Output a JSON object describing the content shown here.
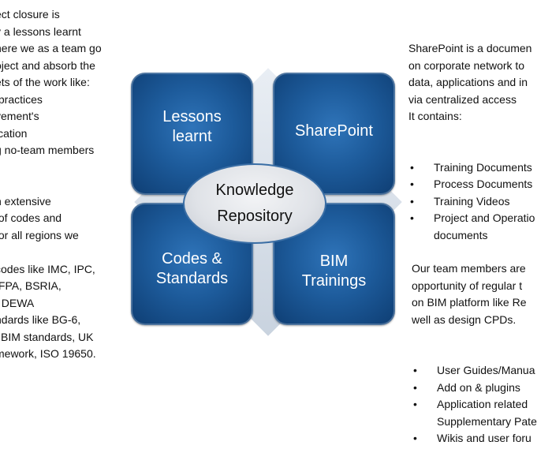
{
  "left_column": {
    "lines": [
      "ect closure is",
      "y a lessons learnt",
      "here we as a team go",
      "oject and absorb the",
      "ets of the work like:",
      " practices",
      "vement's",
      "ication",
      "g no-team members",
      "",
      "",
      "n extensive",
      " of codes and",
      "for all regions we",
      "",
      "codes like IMC, IPC,",
      "IFPA, BSRIA,",
      ", DEWA",
      "ndards like BG-6,",
      "l BIM standards, UK",
      "mework, ISO 19650."
    ]
  },
  "right_top": {
    "intro_lines": [
      "SharePoint is a documen",
      "on corporate network to",
      "data, applications and in",
      "via centralized access",
      "It contains:"
    ],
    "bullet_char": "•",
    "bullets": [
      [
        "Training Documents"
      ],
      [
        "Process Documents"
      ],
      [
        "Training Videos"
      ],
      [
        "Project and Operatio",
        "documents"
      ]
    ]
  },
  "right_bottom": {
    "intro_lines": [
      "Our team members are",
      "opportunity of regular t",
      "on BIM platform like Re",
      "well as design CPDs."
    ],
    "bullet_char": "•",
    "bullets": [
      [
        "User Guides/Manua"
      ],
      [
        "Add on & plugins"
      ],
      [
        "Application related",
        "Supplementary Pate"
      ],
      [
        "Wikis and user foru"
      ]
    ]
  },
  "diagram": {
    "quadrants": {
      "top_left": "Lessons\nlearnt",
      "top_right": "SharePoint",
      "bottom_left": "Codes &\nStandards",
      "bottom_right": "BIM\nTrainings"
    },
    "center": "Knowledge\nRepository",
    "colors": {
      "quadrant_blue": "#1d5b9b",
      "hub_fill": "#dfe2e7",
      "hub_border": "#3a6ea5",
      "backdrop": "#d5dde7"
    }
  }
}
